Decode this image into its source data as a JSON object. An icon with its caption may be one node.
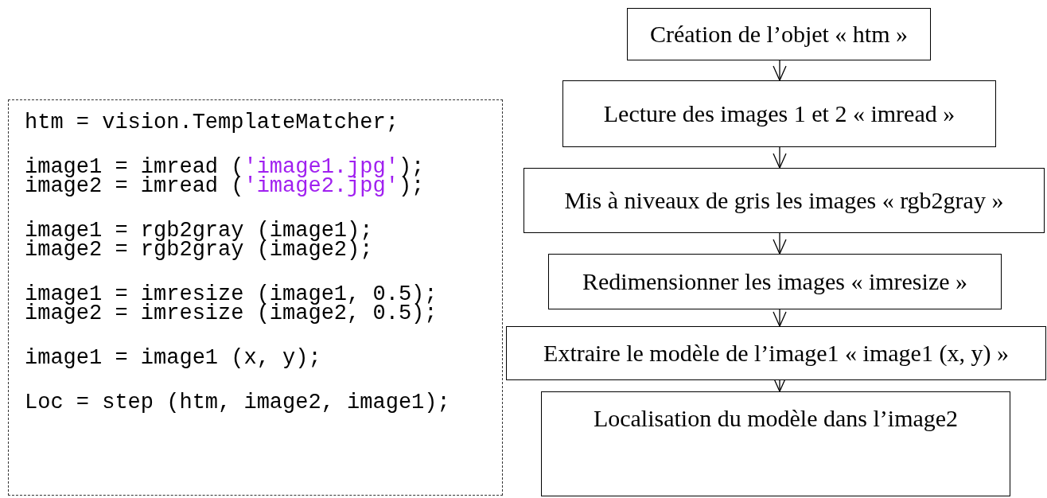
{
  "diagram": {
    "nodes": [
      {
        "text": [
          "htm = vision.TemplateMatcher;",
          "image1 = imread ('image1.jpg'); image2 = imread ('image2.jpg');",
          "image1 = rgb2gray (image1); image2 = rgb2gray (image2);",
          "image1 = imresize (image1, 0.5); image2 = imresize (image2, 0.5);",
          "image1 = image1 (x, y);",
          "Loc = step (htm, image2, image1);"
        ]
      },
      {
        "text": [
          "Création de l’objet « htm »"
        ]
      },
      {
        "text": [
          "Lecture des images 1 et 2 « imread »"
        ]
      },
      {
        "text": [
          "Mis à niveaux de gris les images « rgb2gray »"
        ]
      },
      {
        "text": [
          "Redimensionner les images « imresize »"
        ]
      },
      {
        "text": [
          "Extraire le modèle de l’image1 « image1 (x, y) »"
        ]
      },
      {
        "text": [
          "Localisation du modèle dans l’image2"
        ]
      }
    ],
    "edges": [
      {
        "from": 1,
        "to": 2,
        "arrow": "to"
      },
      {
        "from": 2,
        "to": 3,
        "arrow": "to"
      },
      {
        "from": 3,
        "to": 4,
        "arrow": "to"
      },
      {
        "from": 4,
        "to": 5,
        "arrow": "to"
      },
      {
        "from": 5,
        "to": 6,
        "arrow": "to"
      }
    ]
  }
}
